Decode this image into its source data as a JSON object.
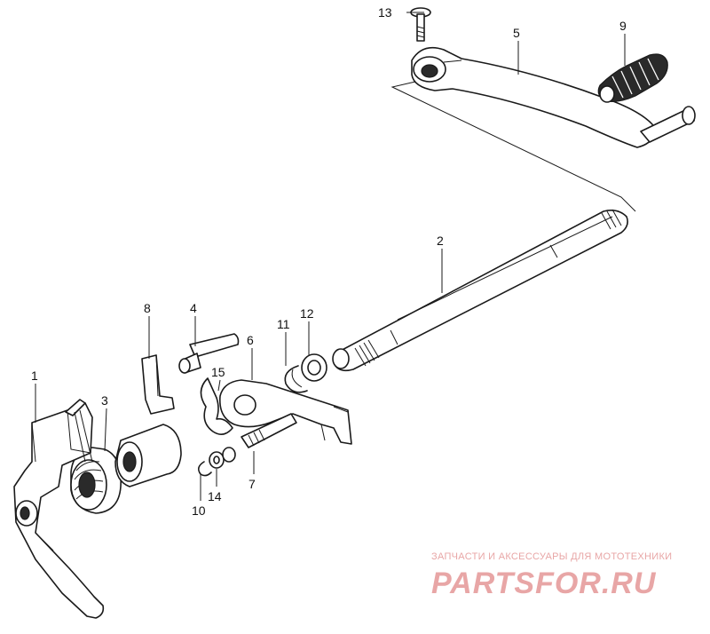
{
  "diagram": {
    "callouts": [
      {
        "id": "1",
        "label": "1"
      },
      {
        "id": "2",
        "label": "2"
      },
      {
        "id": "3",
        "label": "3"
      },
      {
        "id": "4",
        "label": "4"
      },
      {
        "id": "5",
        "label": "5"
      },
      {
        "id": "6",
        "label": "6"
      },
      {
        "id": "7",
        "label": "7"
      },
      {
        "id": "8",
        "label": "8"
      },
      {
        "id": "9",
        "label": "9"
      },
      {
        "id": "10",
        "label": "10"
      },
      {
        "id": "11",
        "label": "11"
      },
      {
        "id": "12",
        "label": "12"
      },
      {
        "id": "13",
        "label": "13"
      },
      {
        "id": "14",
        "label": "14"
      },
      {
        "id": "15",
        "label": "15"
      }
    ]
  },
  "watermark": {
    "tagline": "ЗАПЧАСТИ И АКСЕССУАРЫ ДЛЯ МОТОТЕХНИКИ",
    "logo": "PARTSFOR.RU",
    "color": "#e8a6a6"
  }
}
